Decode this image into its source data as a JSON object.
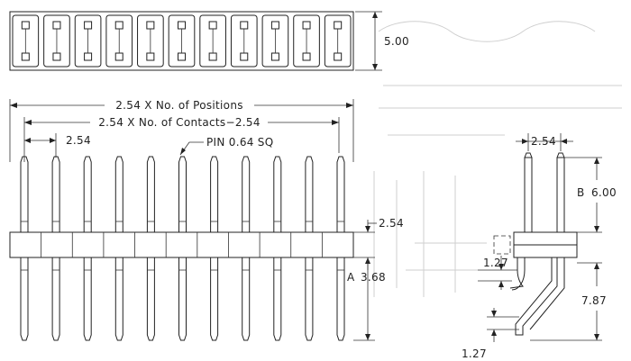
{
  "labels": {
    "height_top": "5.00",
    "positions": "2.54 X No. of Positions",
    "contacts": "2.54 X No. of Contacts−2.54",
    "pitch_front": "2.54",
    "pin": "PIN 0.64 SQ",
    "housing": "2.54",
    "a_letter": "A",
    "a_value": "3.68",
    "pitch_side": "2.54",
    "b_letter": "B",
    "b_value": "6.00",
    "lead_offset_upper": "1.27",
    "lead_drop": "7.87",
    "lead_offset_lower": "1.27"
  },
  "connector": {
    "positions": 11
  }
}
